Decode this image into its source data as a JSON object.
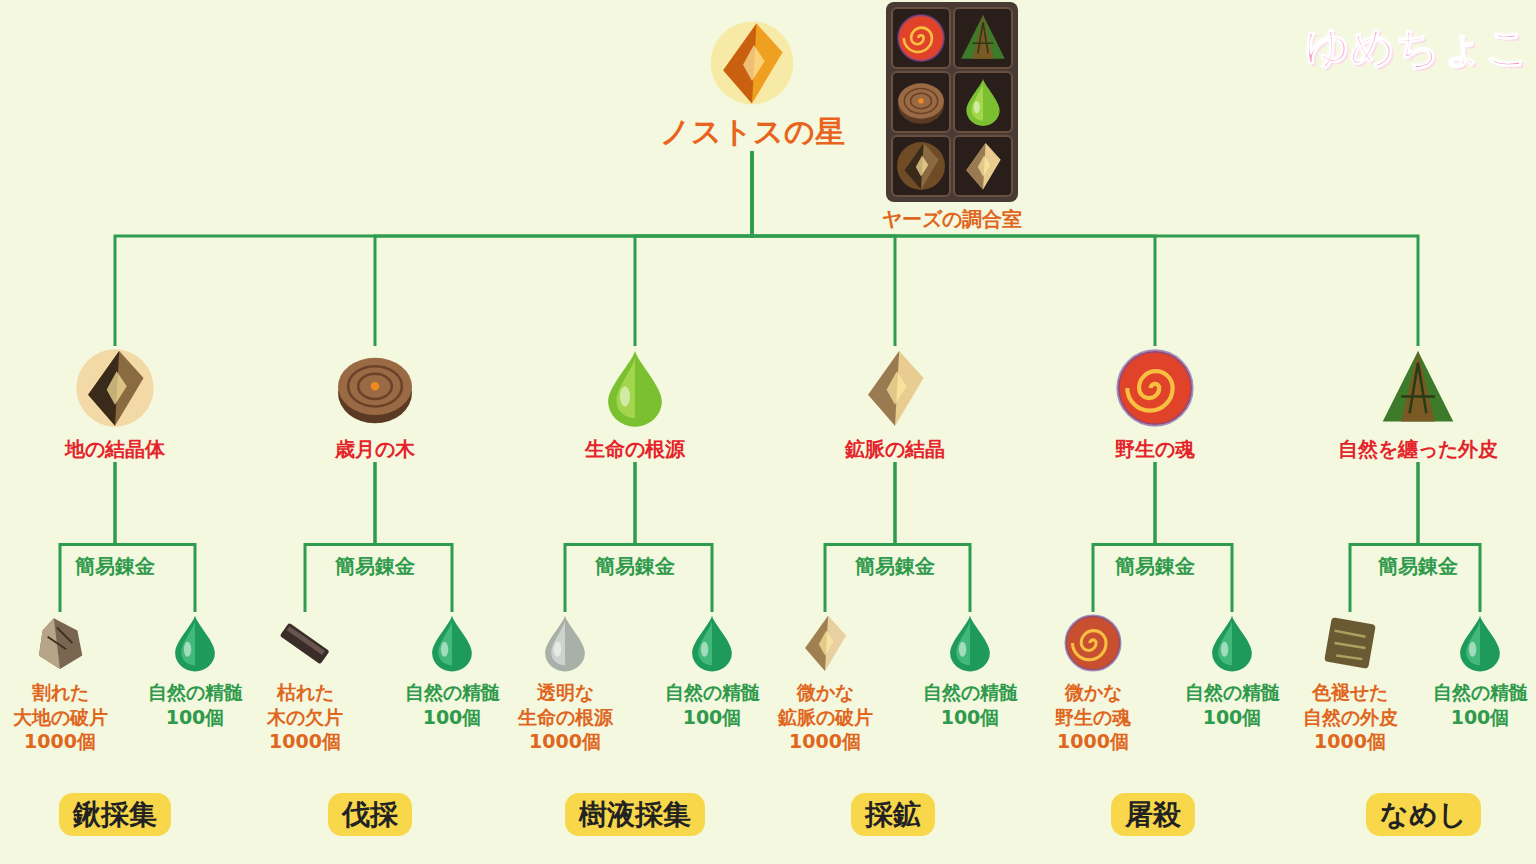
{
  "diagram": {
    "title": "ノストスの星",
    "nodes": [
      {
        "text": [
          "ノストスの星"
        ]
      },
      {
        "text": [
          "ヤーズの調合室"
        ]
      },
      {
        "text": [
          "地の結晶体"
        ]
      },
      {
        "text": [
          "歳月の木"
        ]
      },
      {
        "text": [
          "生命の根源"
        ]
      },
      {
        "text": [
          "鉱脈の結晶"
        ]
      },
      {
        "text": [
          "野生の魂"
        ]
      },
      {
        "text": [
          "自然を纏った外皮"
        ]
      },
      {
        "text": [
          "割れた 大地の破片",
          "1000個"
        ]
      },
      {
        "text": [
          "自然の精髄",
          "100個"
        ]
      },
      {
        "text": [
          "枯れた 木の欠片",
          "1000個"
        ]
      },
      {
        "text": [
          "自然の精髄",
          "100個"
        ]
      },
      {
        "text": [
          "透明な 生命の根源",
          "1000個"
        ]
      },
      {
        "text": [
          "自然の精髄",
          "100個"
        ]
      },
      {
        "text": [
          "微かな 鉱脈の破片",
          "1000個"
        ]
      },
      {
        "text": [
          "自然の精髄",
          "100個"
        ]
      },
      {
        "text": [
          "微かな 野生の魂",
          "1000個"
        ]
      },
      {
        "text": [
          "自然の精髄",
          "100個"
        ]
      },
      {
        "text": [
          "色褪せた 自然の外皮",
          "1000個"
        ]
      },
      {
        "text": [
          "自然の精髄",
          "100個"
        ]
      },
      {
        "text": [
          "鍬採集"
        ]
      },
      {
        "text": [
          "伐採"
        ]
      },
      {
        "text": [
          "樹液採集"
        ]
      },
      {
        "text": [
          "採鉱"
        ]
      },
      {
        "text": [
          "屠殺"
        ]
      },
      {
        "text": [
          "なめし"
        ]
      }
    ],
    "edges": [
      {
        "from": 0,
        "to": 2,
        "arrow": "none"
      },
      {
        "from": 0,
        "to": 3,
        "arrow": "none"
      },
      {
        "from": 0,
        "to": 4,
        "arrow": "none"
      },
      {
        "from": 0,
        "to": 5,
        "arrow": "none"
      },
      {
        "from": 0,
        "to": 6,
        "arrow": "none"
      },
      {
        "from": 0,
        "to": 7,
        "arrow": "none"
      },
      {
        "from": 2,
        "to": 8,
        "label": "簡易錬金",
        "arrow": "none"
      },
      {
        "from": 2,
        "to": 9,
        "arrow": "none"
      },
      {
        "from": 3,
        "to": 10,
        "label": "簡易錬金",
        "arrow": "none"
      },
      {
        "from": 3,
        "to": 11,
        "arrow": "none"
      },
      {
        "from": 4,
        "to": 12,
        "label": "簡易錬金",
        "arrow": "none"
      },
      {
        "from": 4,
        "to": 13,
        "arrow": "none"
      },
      {
        "from": 5,
        "to": 14,
        "label": "簡易錬金",
        "arrow": "none"
      },
      {
        "from": 5,
        "to": 15,
        "arrow": "none"
      },
      {
        "from": 6,
        "to": 16,
        "label": "簡易錬金",
        "arrow": "none"
      },
      {
        "from": 6,
        "to": 17,
        "arrow": "none"
      },
      {
        "from": 7,
        "to": 18,
        "label": "簡易錬金",
        "arrow": "none"
      },
      {
        "from": 7,
        "to": 19,
        "arrow": "none"
      }
    ],
    "labels": [
      "ゆめちょこ"
    ]
  }
}
